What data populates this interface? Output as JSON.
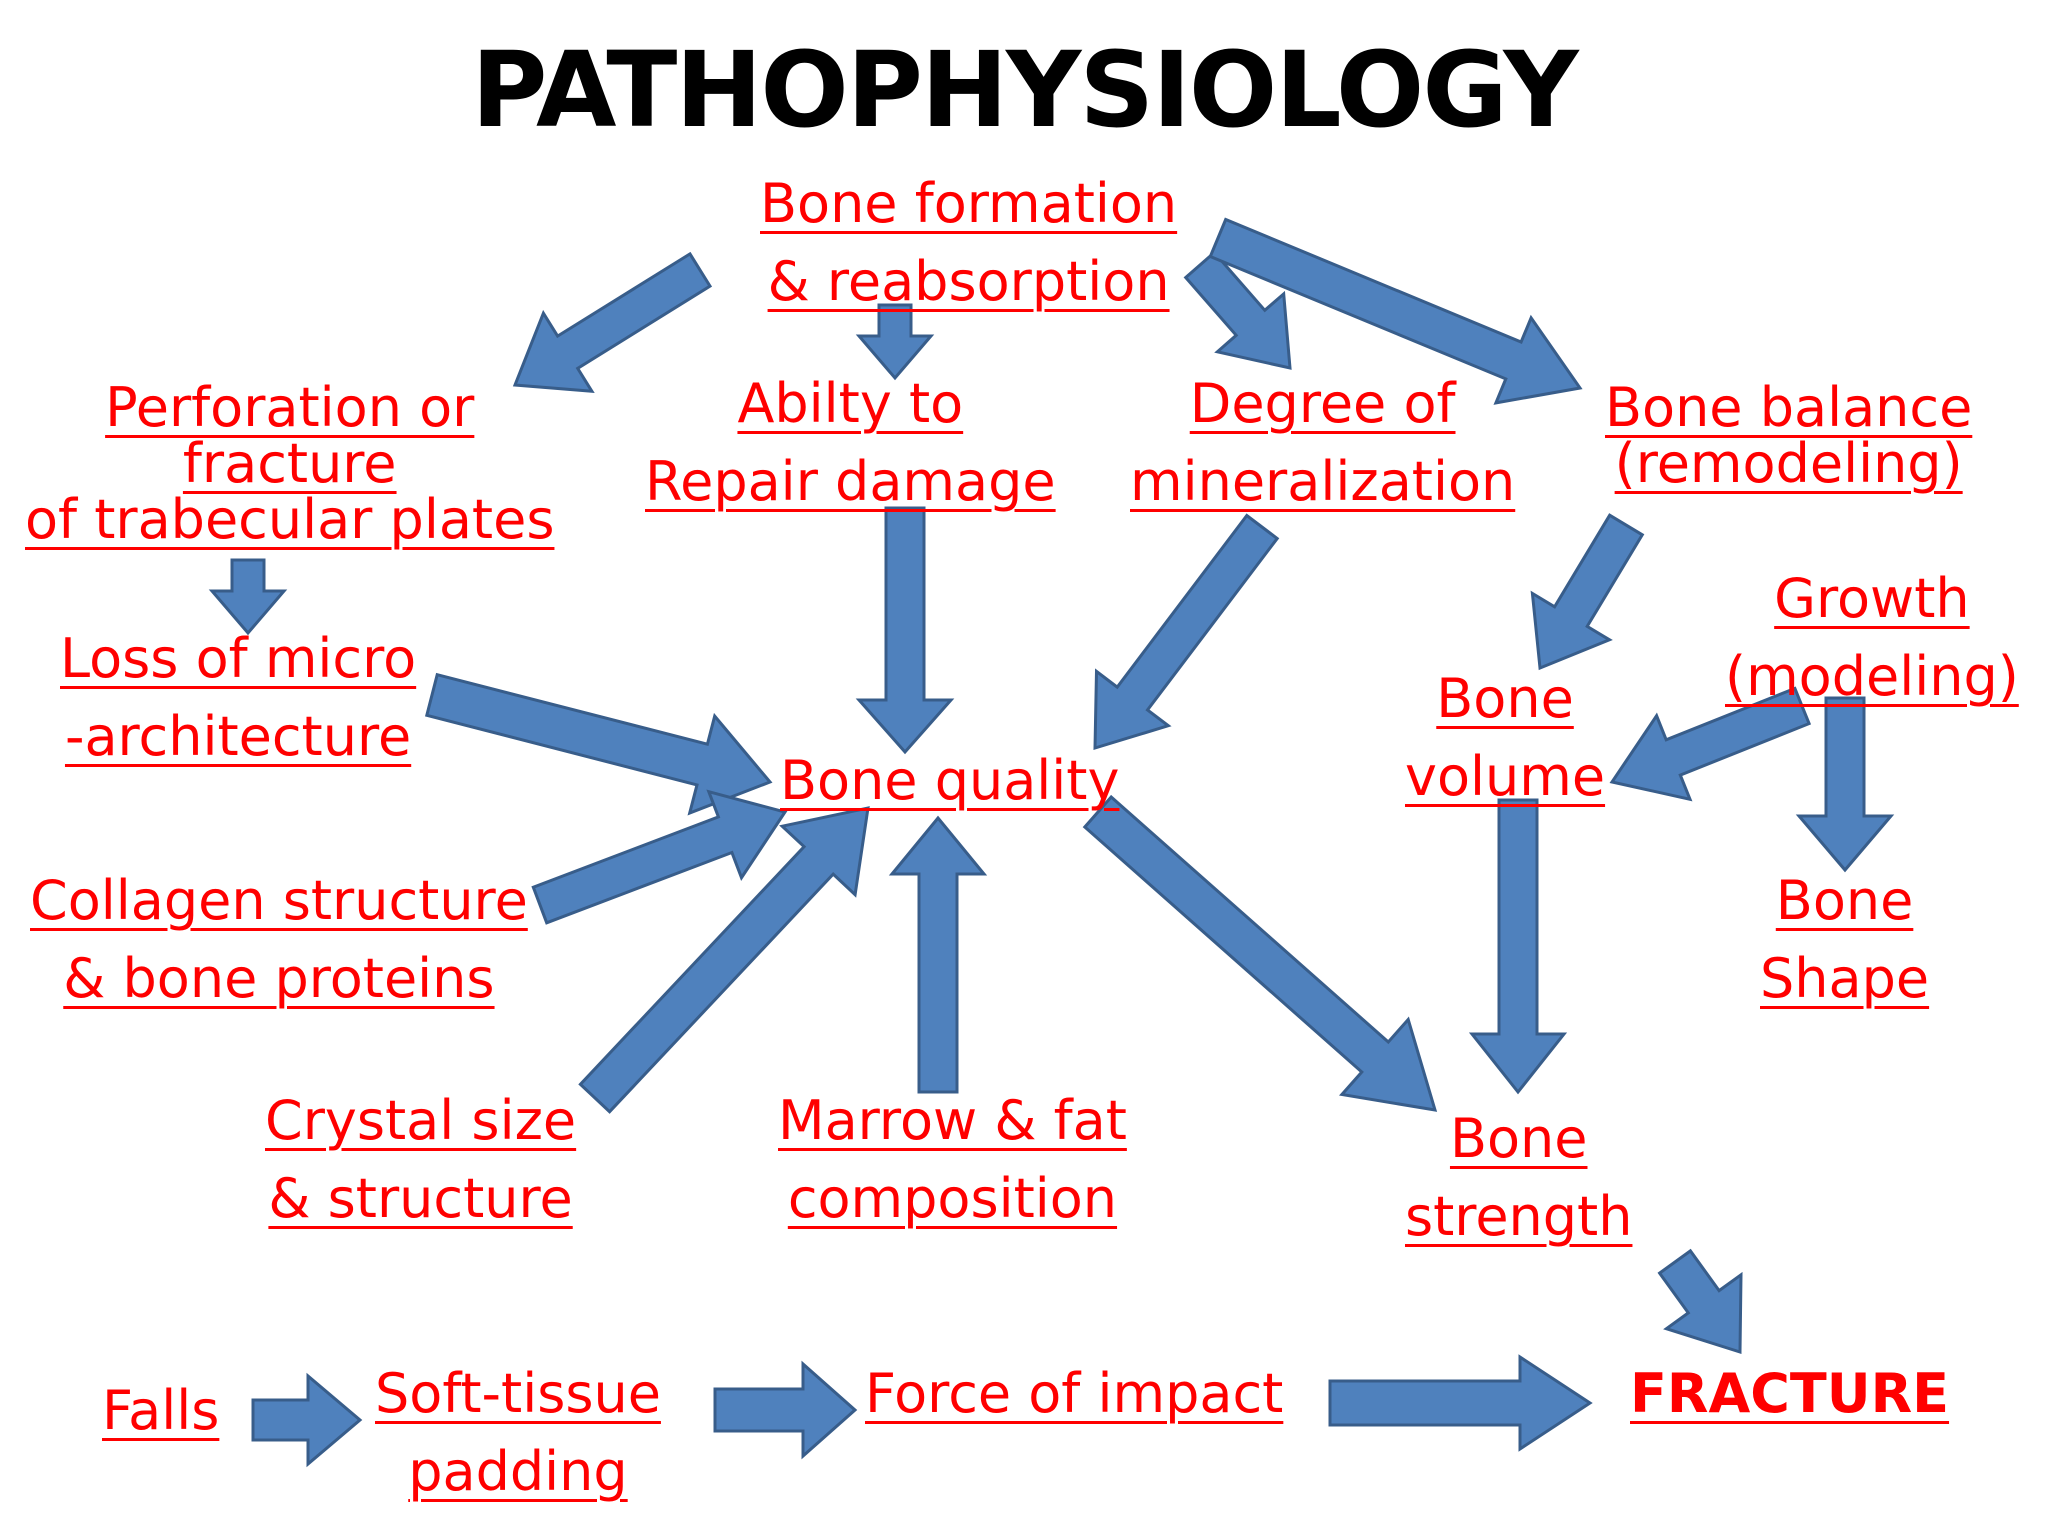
{
  "title": "PATHOPHYSIOLOGY",
  "colors": {
    "text": "#ff0000",
    "title": "#000000",
    "arrow_fill": "#4f81bd",
    "arrow_stroke": "#385d8a"
  },
  "nodes": {
    "bone_formation": [
      "Bone formation",
      "& reabsorption"
    ],
    "perforation": [
      "Perforation or",
      "fracture",
      " of trabecular plates"
    ],
    "repair": [
      "Abilty to",
      "Repair damage"
    ],
    "mineralization": [
      "Degree of",
      "mineralization"
    ],
    "bone_balance": [
      "Bone balance",
      " (remodeling)"
    ],
    "loss_micro": [
      "Loss of micro",
      "-architecture"
    ],
    "growth": [
      "Growth",
      " (modeling)"
    ],
    "bone_volume": [
      "Bone",
      " volume"
    ],
    "bone_quality": [
      "Bone quality"
    ],
    "collagen": [
      "Collagen structure",
      " & bone proteins"
    ],
    "bone_shape": [
      "Bone",
      " Shape"
    ],
    "crystal": [
      "Crystal size",
      " & structure"
    ],
    "marrow": [
      "Marrow & fat",
      "composition"
    ],
    "bone_strength": [
      "Bone",
      " strength"
    ],
    "falls": [
      "Falls"
    ],
    "soft_tissue": [
      "Soft-tissue",
      " padding"
    ],
    "force": [
      "Force of impact"
    ],
    "fracture": [
      "FRACTURE"
    ]
  }
}
